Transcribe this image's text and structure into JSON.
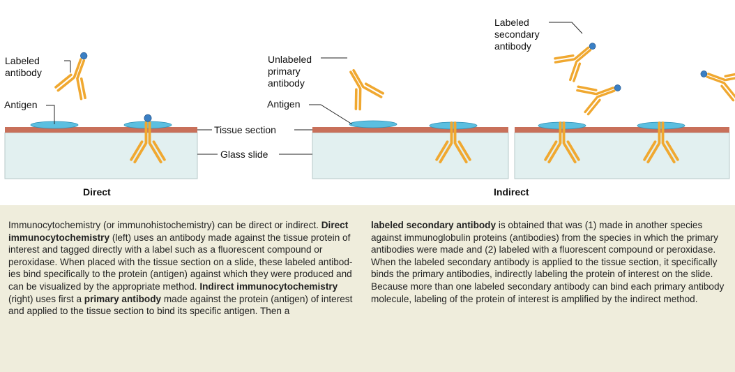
{
  "labels": {
    "labeled_antibody": [
      "Labeled",
      "antibody"
    ],
    "antigen_left": "Antigen",
    "unlabeled_primary": [
      "Unlabeled",
      "primary",
      "antibody"
    ],
    "antigen_mid": "Antigen",
    "labeled_secondary": [
      "Labeled",
      "secondary",
      "antibody"
    ],
    "tissue_section": "Tissue section",
    "glass_slide": "Glass slide",
    "direct": "Direct",
    "indirect": "Indirect"
  },
  "colors": {
    "antibody": "#f0a830",
    "label_dot": "#3a7fc4",
    "antigen": "#5bbfe0",
    "tissue": "#c8705a",
    "glass": "#e2f0f0",
    "caption_bg": "#efeddc"
  },
  "caption": {
    "left": [
      {
        "t": "Immunocytochemistry (or immunohistochemistry) can be direct or indirect. ",
        "b": false
      },
      {
        "t": "Direct immunocytochemistry",
        "b": true
      },
      {
        "t": " (left) uses an antibody made against the tissue protein of interest and tagged directly with a label such as a fluorescent compound or peroxidase. When placed with the tissue section on a slide, these labeled antibod-ies bind specifically to the protein (antigen) against which they were produced and can be visualized by the appropriate method. ",
        "b": false
      },
      {
        "t": "Indirect immunocytochemistry",
        "b": true
      },
      {
        "t": " (right) uses first a ",
        "b": false
      },
      {
        "t": "primary antibody",
        "b": true
      },
      {
        "t": " made against the protein (antigen) of interest and applied to the tissue section to bind its specific antigen. Then a",
        "b": false
      }
    ],
    "right": [
      {
        "t": "labeled secondary antibody",
        "b": true
      },
      {
        "t": " is obtained that was (1) made in another species against immunoglobulin proteins (antibodies) from the species in which the primary antibodies were made and (2) labeled with a fluorescent compound or peroxidase. When the labeled secondary antibody is applied to the tissue section, it specifically binds the primary antibodies, indirectly labeling the protein of interest on the slide. Because more than one labeled secondary antibody can bind each primary antibody molecule, labeling of the protein of interest is amplified by the indirect method.",
        "b": false
      }
    ]
  }
}
